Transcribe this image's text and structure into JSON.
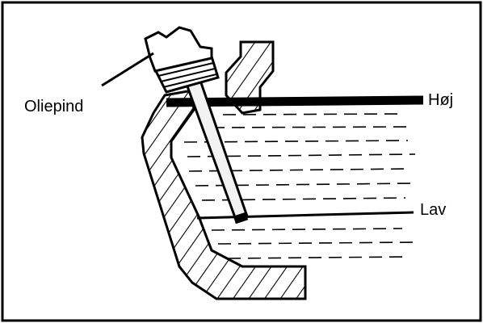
{
  "labels": {
    "dipstick": "Oliepind",
    "high": "Høj",
    "low": "Lav"
  },
  "colors": {
    "ink": "#000000",
    "background": "#ffffff",
    "dipstick_fill": "#f2f2f2"
  }
}
